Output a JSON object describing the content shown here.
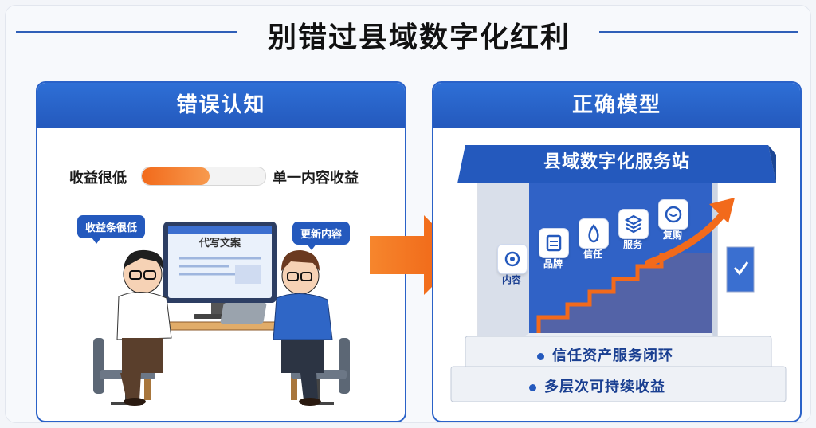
{
  "title": "别错过县域数字化红利",
  "wrong": {
    "header": "错误认知",
    "income_low": "收益很低",
    "single_income": "单一内容收益",
    "income_bar_level": 0.55,
    "bubble_left": "收益条很低",
    "bubble_right": "更新内容",
    "screen_text": "代写文案"
  },
  "correct": {
    "header": "正确模型",
    "station_sign": "县域数字化服务站",
    "steps": [
      "内容",
      "品牌",
      "信任",
      "服务",
      "复购"
    ],
    "bullet_1": "信任资产服务闭环",
    "bullet_2": "多层次可持续收益"
  },
  "colors": {
    "primary": "#2459bd",
    "accent": "#f26a1b"
  }
}
